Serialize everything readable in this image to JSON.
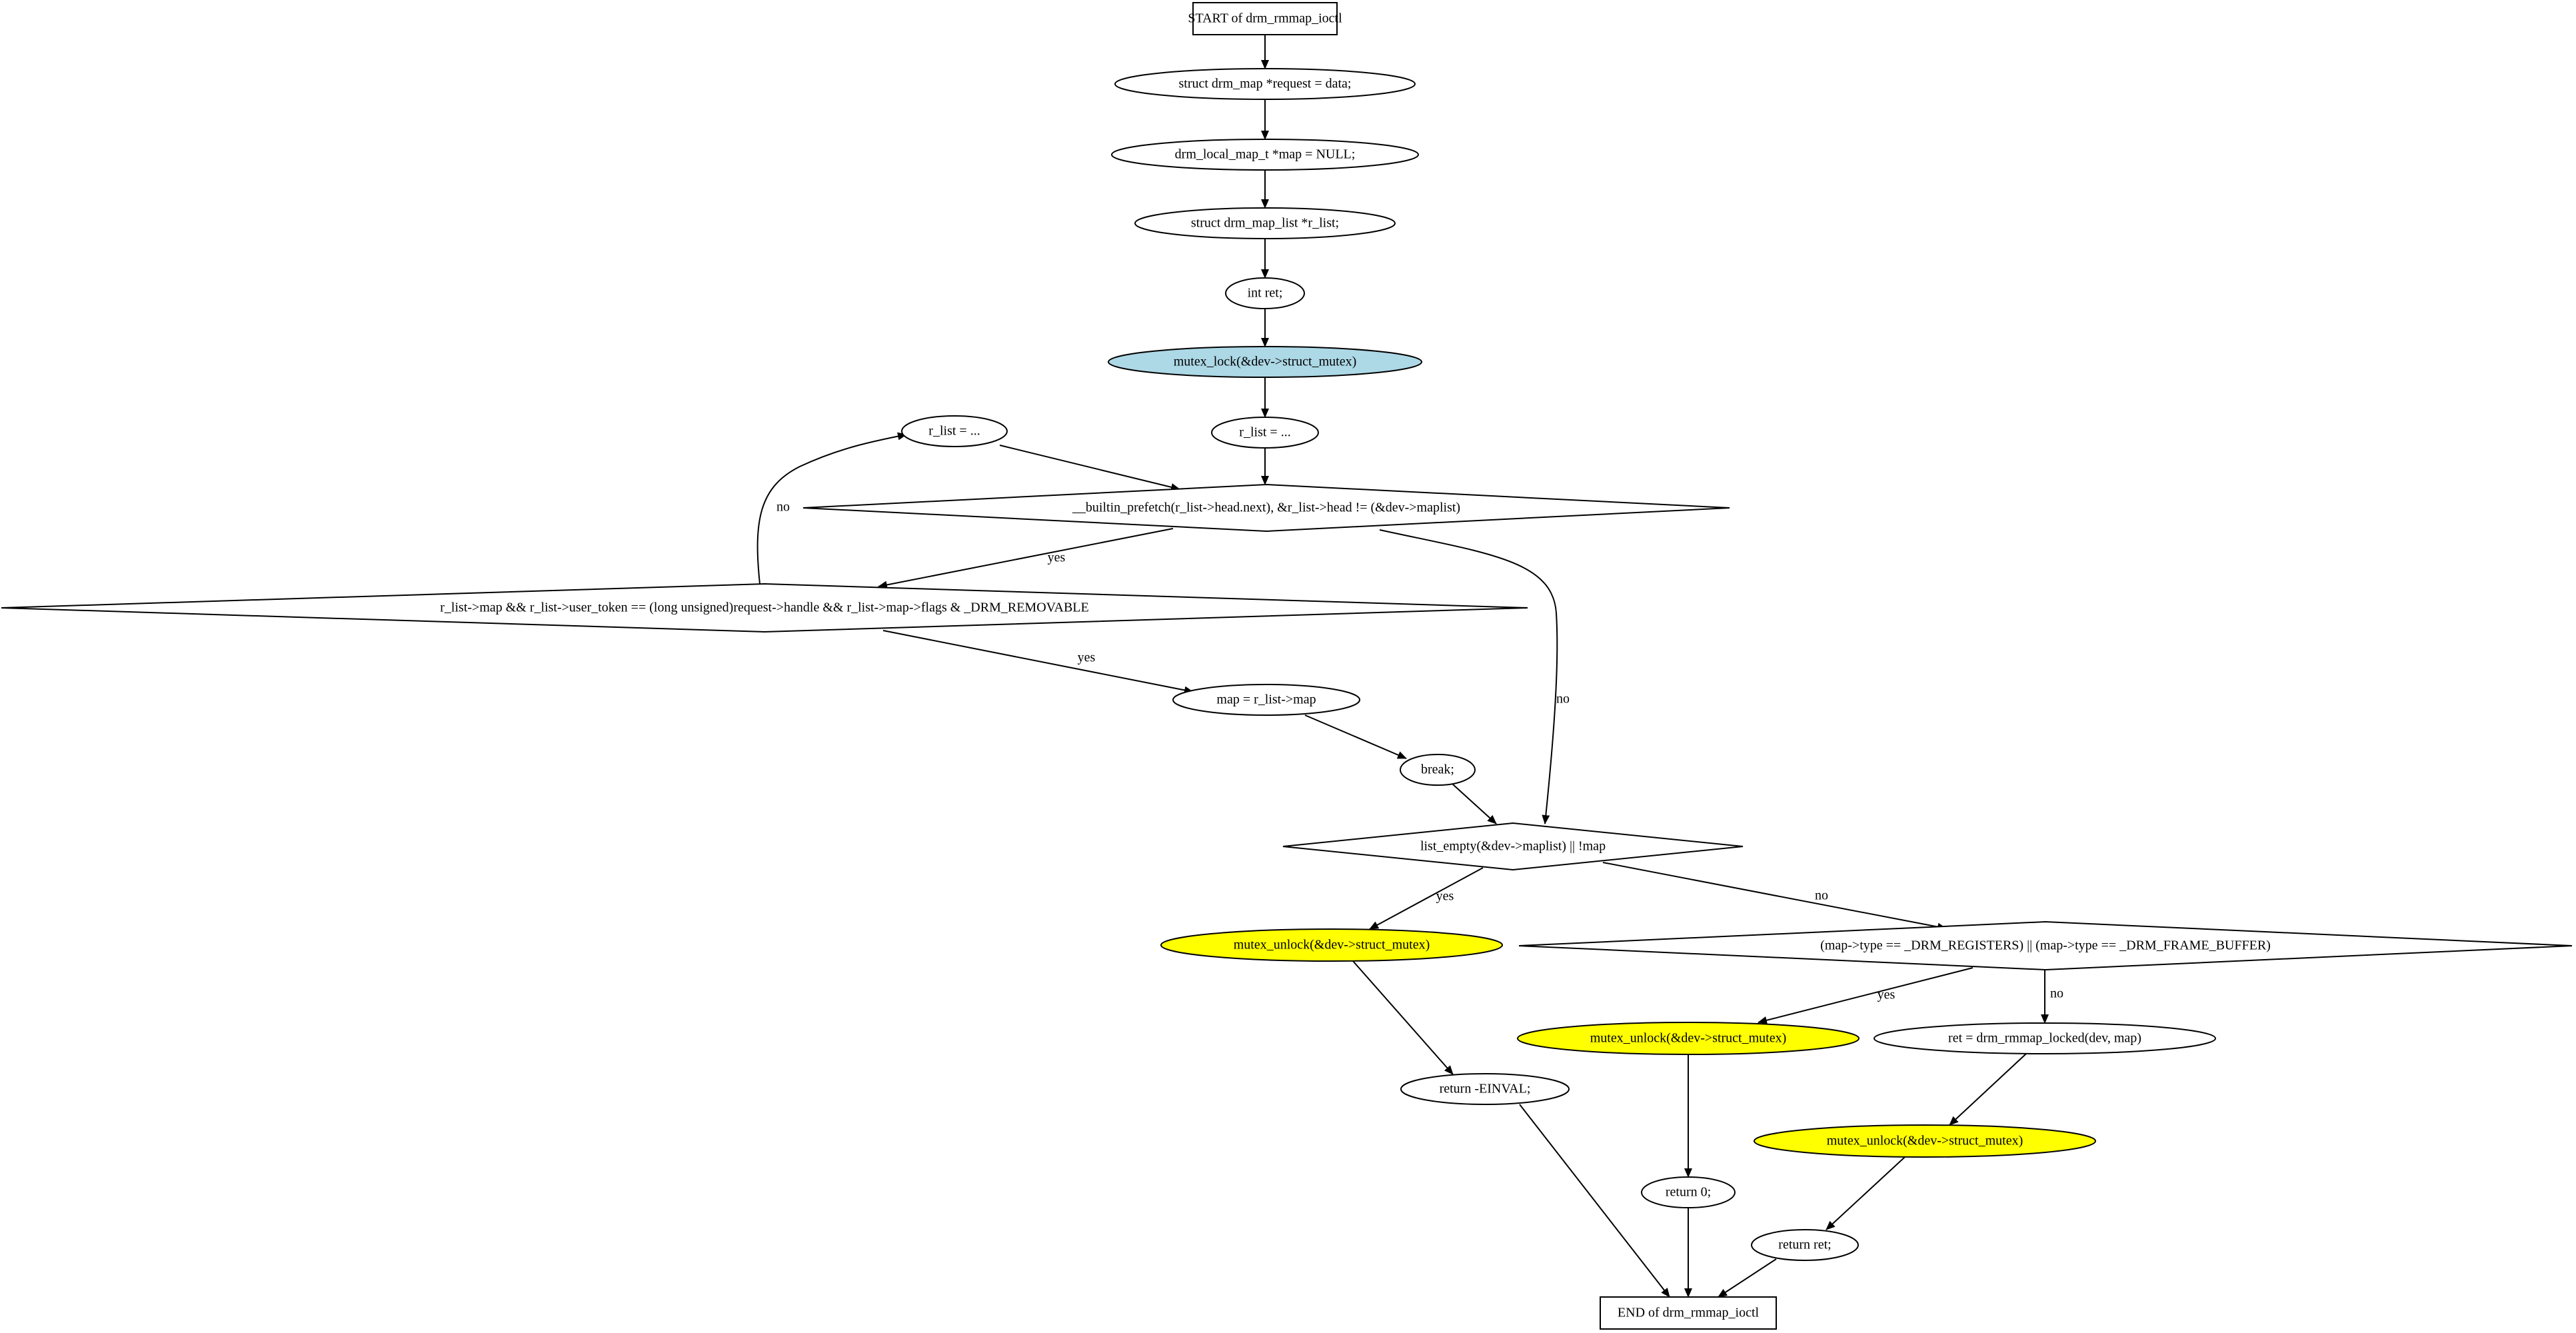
{
  "diagram": {
    "nodes": [
      {
        "id": "start",
        "label": "START of drm_rmmap_ioctl",
        "shape": "box",
        "fill": "#ffffff"
      },
      {
        "id": "n1",
        "label": "struct drm_map *request = data;",
        "shape": "ellipse",
        "fill": "#ffffff"
      },
      {
        "id": "n2",
        "label": "drm_local_map_t *map = NULL;",
        "shape": "ellipse",
        "fill": "#ffffff"
      },
      {
        "id": "n3",
        "label": "struct drm_map_list *r_list;",
        "shape": "ellipse",
        "fill": "#ffffff"
      },
      {
        "id": "n4",
        "label": "int ret;",
        "shape": "ellipse",
        "fill": "#ffffff"
      },
      {
        "id": "lock",
        "label": "mutex_lock(&dev->struct_mutex)",
        "shape": "ellipse",
        "fill": "#add8e6"
      },
      {
        "id": "rl_init",
        "label": "r_list = ...",
        "shape": "ellipse",
        "fill": "#ffffff"
      },
      {
        "id": "rl_next",
        "label": "r_list = ...",
        "shape": "ellipse",
        "fill": "#ffffff"
      },
      {
        "id": "loop",
        "label": "__builtin_prefetch(r_list->head.next), &r_list->head != (&dev->maplist)",
        "shape": "diamond",
        "fill": "#ffffff"
      },
      {
        "id": "cond",
        "label": "r_list->map && r_list->user_token == (long unsigned)request->handle && r_list->map->flags & _DRM_REMOVABLE",
        "shape": "diamond",
        "fill": "#ffffff"
      },
      {
        "id": "assign",
        "label": "map = r_list->map",
        "shape": "ellipse",
        "fill": "#ffffff"
      },
      {
        "id": "brk",
        "label": "break;",
        "shape": "ellipse",
        "fill": "#ffffff"
      },
      {
        "id": "empty",
        "label": "list_empty(&dev->maplist) || !map",
        "shape": "diamond",
        "fill": "#ffffff"
      },
      {
        "id": "unlock1",
        "label": "mutex_unlock(&dev->struct_mutex)",
        "shape": "ellipse",
        "fill": "#ffff00"
      },
      {
        "id": "type",
        "label": "(map->type == _DRM_REGISTERS) || (map->type == _DRM_FRAME_BUFFER)",
        "shape": "diamond",
        "fill": "#ffffff"
      },
      {
        "id": "einval",
        "label": "return -EINVAL;",
        "shape": "ellipse",
        "fill": "#ffffff"
      },
      {
        "id": "unlock2",
        "label": "mutex_unlock(&dev->struct_mutex)",
        "shape": "ellipse",
        "fill": "#ffff00"
      },
      {
        "id": "call",
        "label": "ret = drm_rmmap_locked(dev, map)",
        "shape": "ellipse",
        "fill": "#ffffff"
      },
      {
        "id": "unlock3",
        "label": "mutex_unlock(&dev->struct_mutex)",
        "shape": "ellipse",
        "fill": "#ffff00"
      },
      {
        "id": "ret0",
        "label": "return 0;",
        "shape": "ellipse",
        "fill": "#ffffff"
      },
      {
        "id": "retret",
        "label": "return ret;",
        "shape": "ellipse",
        "fill": "#ffffff"
      },
      {
        "id": "end",
        "label": "END of drm_rmmap_ioctl",
        "shape": "box",
        "fill": "#ffffff"
      }
    ],
    "edges": [
      {
        "from": "start",
        "to": "n1",
        "label": ""
      },
      {
        "from": "n1",
        "to": "n2",
        "label": ""
      },
      {
        "from": "n2",
        "to": "n3",
        "label": ""
      },
      {
        "from": "n3",
        "to": "n4",
        "label": ""
      },
      {
        "from": "n4",
        "to": "lock",
        "label": ""
      },
      {
        "from": "lock",
        "to": "rl_init",
        "label": ""
      },
      {
        "from": "rl_init",
        "to": "loop",
        "label": ""
      },
      {
        "from": "rl_next",
        "to": "loop",
        "label": ""
      },
      {
        "from": "loop",
        "to": "cond",
        "label": "yes"
      },
      {
        "from": "loop",
        "to": "empty",
        "label": "no"
      },
      {
        "from": "cond",
        "to": "rl_next",
        "label": "no"
      },
      {
        "from": "cond",
        "to": "assign",
        "label": "yes"
      },
      {
        "from": "assign",
        "to": "brk",
        "label": ""
      },
      {
        "from": "brk",
        "to": "empty",
        "label": ""
      },
      {
        "from": "empty",
        "to": "unlock1",
        "label": "yes"
      },
      {
        "from": "empty",
        "to": "type",
        "label": "no"
      },
      {
        "from": "unlock1",
        "to": "einval",
        "label": ""
      },
      {
        "from": "type",
        "to": "unlock2",
        "label": "yes"
      },
      {
        "from": "type",
        "to": "call",
        "label": "no"
      },
      {
        "from": "unlock2",
        "to": "ret0",
        "label": ""
      },
      {
        "from": "call",
        "to": "unlock3",
        "label": ""
      },
      {
        "from": "unlock3",
        "to": "retret",
        "label": ""
      },
      {
        "from": "einval",
        "to": "end",
        "label": ""
      },
      {
        "from": "ret0",
        "to": "end",
        "label": ""
      },
      {
        "from": "retret",
        "to": "end",
        "label": ""
      }
    ]
  }
}
